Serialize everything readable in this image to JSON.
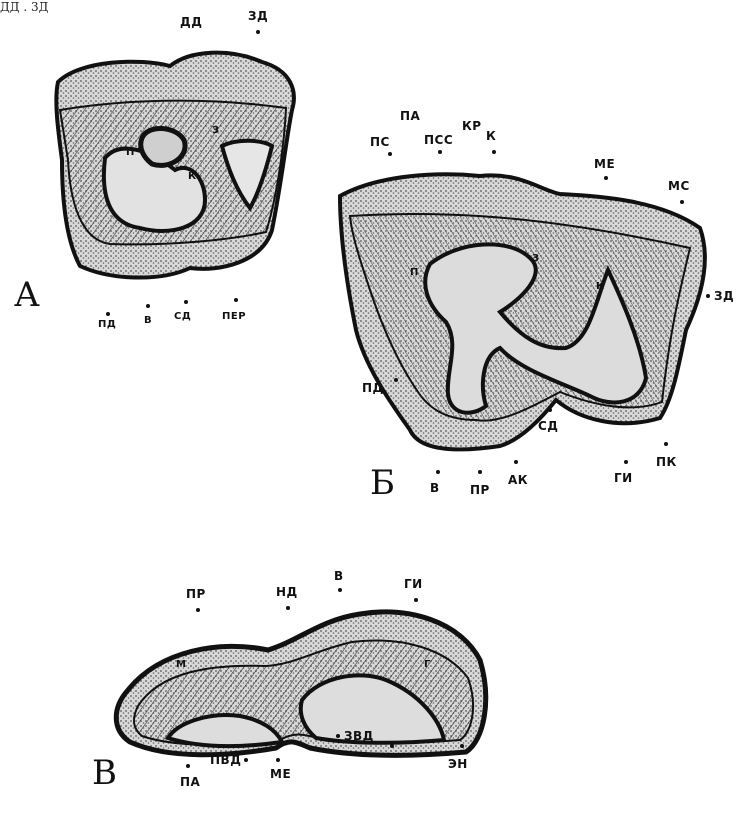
{
  "caption": "ДД . 3Д",
  "panels": {
    "a": {
      "letter": "А",
      "top_labels": [
        "ДД",
        "ЗД"
      ],
      "inner_labels": [
        "П",
        "З",
        "К"
      ],
      "bottom_labels": [
        "ПД",
        "В",
        "СД",
        "ПЕР"
      ]
    },
    "b": {
      "letter": "Б",
      "top_labels": [
        "ПС",
        "ПА",
        "ПСС",
        "КР",
        "К",
        "МЕ",
        "МС"
      ],
      "inner_labels": [
        "П",
        "З",
        "К"
      ],
      "side_labels": [
        "ЗД",
        "ПД",
        "СД"
      ],
      "bottom_labels": [
        "В",
        "ПР",
        "АК",
        "ГИ",
        "ПК"
      ]
    },
    "c": {
      "letter": "В",
      "top_labels": [
        "ПР",
        "НД",
        "В",
        "ГИ"
      ],
      "inner_labels": [
        "М",
        "Г"
      ],
      "bottom_labels": [
        "ПА",
        "ПВД",
        "МЕ",
        "ЗВД",
        "ЭН"
      ]
    }
  }
}
